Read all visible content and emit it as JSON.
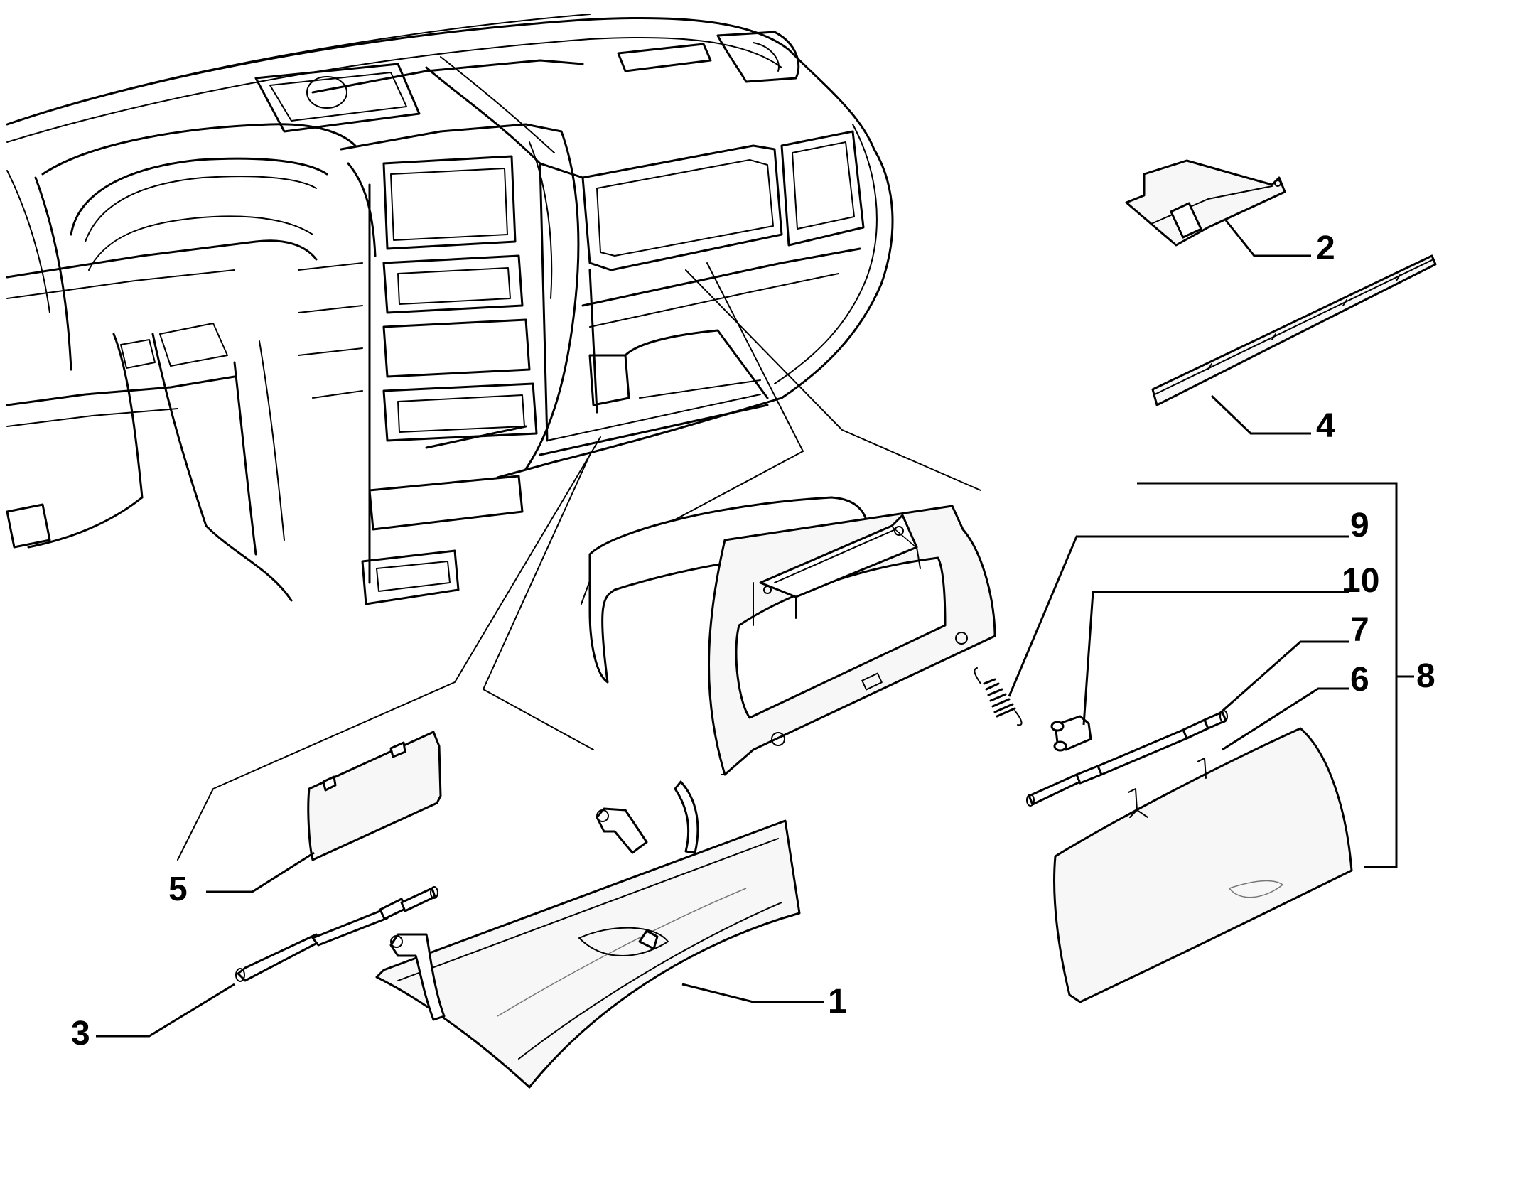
{
  "callouts": {
    "c1": "1",
    "c2": "2",
    "c3": "3",
    "c4": "4",
    "c5": "5",
    "c6": "6",
    "c7": "7",
    "c8": "8",
    "c9": "9",
    "c10": "10"
  },
  "colors": {
    "line": "#000000",
    "background": "#ffffff",
    "part_fill": "#f7f7f7"
  }
}
